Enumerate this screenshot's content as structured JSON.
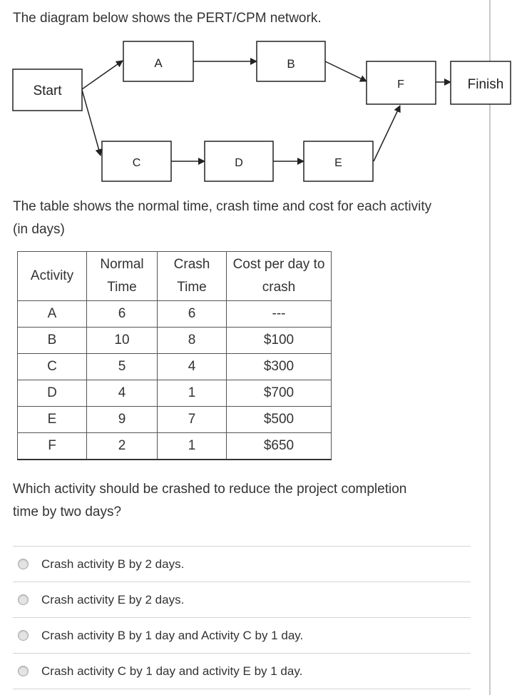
{
  "intro_text": "The diagram below shows the PERT/CPM network.",
  "diagram": {
    "nodes": {
      "start": "Start",
      "a": "A",
      "b": "B",
      "c": "C",
      "d": "D",
      "e": "E",
      "f": "F",
      "finish": "Finish"
    }
  },
  "table_intro_line1": "The table shows the normal time, crash time and cost for each activity",
  "table_intro_line2": "(in days)",
  "table": {
    "headers": {
      "activity": "Activity",
      "normal_1": "Normal",
      "normal_2": "Time",
      "crash_1": "Crash",
      "crash_2": "Time",
      "cost_1": "Cost per day to",
      "cost_2": "crash"
    },
    "rows": [
      {
        "activity": "A",
        "normal": "6",
        "crash": "6",
        "cost": "---"
      },
      {
        "activity": "B",
        "normal": "10",
        "crash": "8",
        "cost": "$100"
      },
      {
        "activity": "C",
        "normal": "5",
        "crash": "4",
        "cost": "$300"
      },
      {
        "activity": "D",
        "normal": "4",
        "crash": "1",
        "cost": "$700"
      },
      {
        "activity": "E",
        "normal": "9",
        "crash": "7",
        "cost": "$500"
      },
      {
        "activity": "F",
        "normal": "2",
        "crash": "1",
        "cost": "$650"
      }
    ]
  },
  "question_line1": "Which activity should be crashed to reduce the project completion",
  "question_line2": "time by two days?",
  "options": [
    {
      "label": "Crash activity B by 2 days."
    },
    {
      "label": "Crash activity E by 2 days."
    },
    {
      "label": "Crash activity B by 1 day and Activity C by 1 day."
    },
    {
      "label": "Crash activity C by 1 day and activity E by 1 day."
    }
  ]
}
